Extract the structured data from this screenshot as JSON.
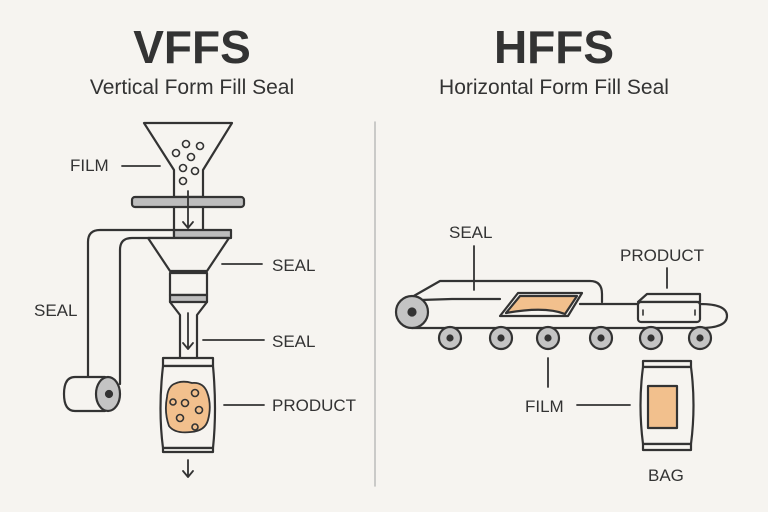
{
  "vffs": {
    "title": "VFFS",
    "subtitle": "Vertical Form Fill Seal",
    "labels": {
      "film": "FILM",
      "seal_top": "SEAL",
      "seal_left": "SEAL",
      "seal_mid": "SEAL",
      "product": "PRODUCT"
    }
  },
  "hffs": {
    "title": "HFFS",
    "subtitle": "Horizontal Form Fill Seal",
    "labels": {
      "seal": "SEAL",
      "product": "PRODUCT",
      "film": "FILM",
      "bag": "BAG"
    }
  },
  "colors": {
    "background": "#f6f4f0",
    "stroke": "#333333",
    "fill_gray": "#bdbdbd",
    "product_fill": "#f2c08d"
  }
}
